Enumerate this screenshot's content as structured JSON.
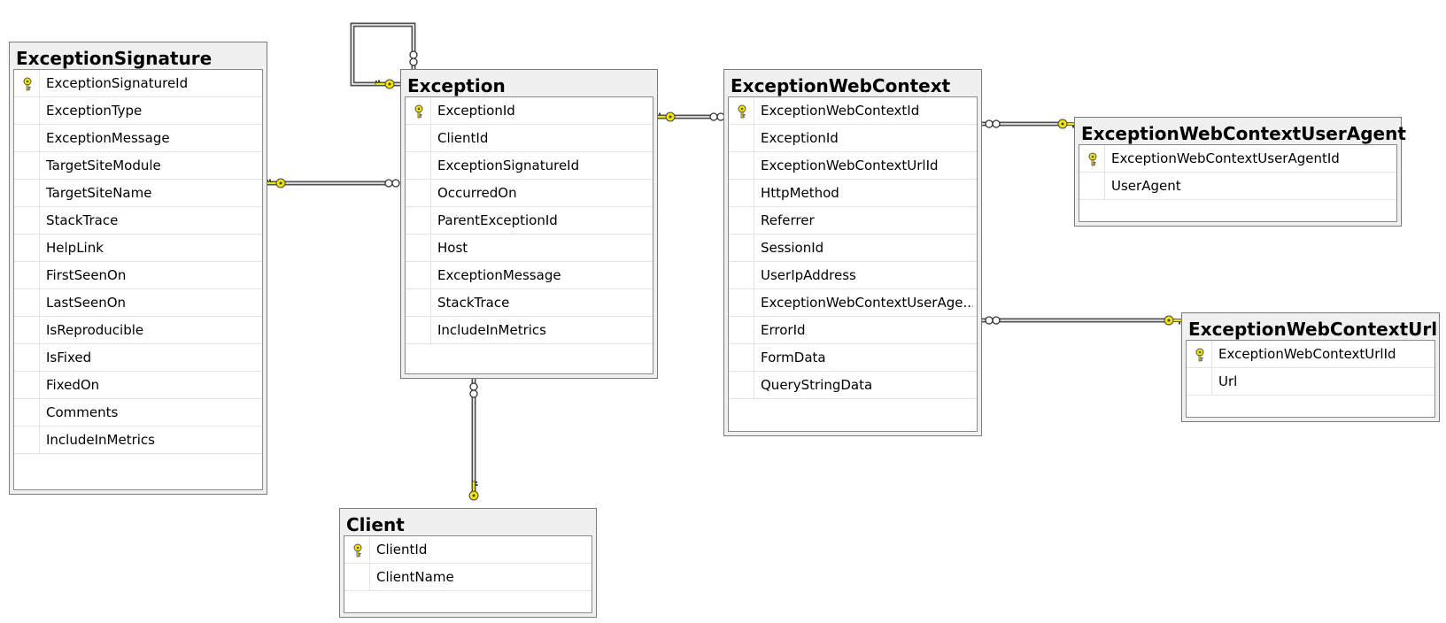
{
  "tables": {
    "exception_signature": {
      "title": "ExceptionSignature",
      "columns": [
        "ExceptionSignatureId",
        "ExceptionType",
        "ExceptionMessage",
        "TargetSiteModule",
        "TargetSiteName",
        "StackTrace",
        "HelpLink",
        "FirstSeenOn",
        "LastSeenOn",
        "IsReproducible",
        "IsFixed",
        "FixedOn",
        "Comments",
        "IncludeInMetrics"
      ]
    },
    "exception": {
      "title": "Exception",
      "columns": [
        "ExceptionId",
        "ClientId",
        "ExceptionSignatureId",
        "OccurredOn",
        "ParentExceptionId",
        "Host",
        "ExceptionMessage",
        "StackTrace",
        "IncludeInMetrics"
      ]
    },
    "exception_web_context": {
      "title": "ExceptionWebContext",
      "columns": [
        "ExceptionWebContextId",
        "ExceptionId",
        "ExceptionWebContextUrlId",
        "HttpMethod",
        "Referrer",
        "SessionId",
        "UserIpAddress",
        "ExceptionWebContextUserAge...",
        "ErrorId",
        "FormData",
        "QueryStringData"
      ]
    },
    "exception_web_context_user_agent": {
      "title": "ExceptionWebContextUserAgent",
      "columns": [
        "ExceptionWebContextUserAgentId",
        "UserAgent"
      ]
    },
    "exception_web_context_url": {
      "title": "ExceptionWebContextUrl",
      "columns": [
        "ExceptionWebContextUrlId",
        "Url"
      ]
    },
    "client": {
      "title": "Client",
      "columns": [
        "ClientId",
        "ClientName"
      ]
    }
  },
  "colors": {
    "key_yellow": "#f2e600",
    "line": "#505050",
    "header_bg": "#f0f0f0"
  },
  "icons": {
    "primary_key": "key-icon",
    "one_end": "key-icon",
    "many_end": "infinity-icon"
  }
}
